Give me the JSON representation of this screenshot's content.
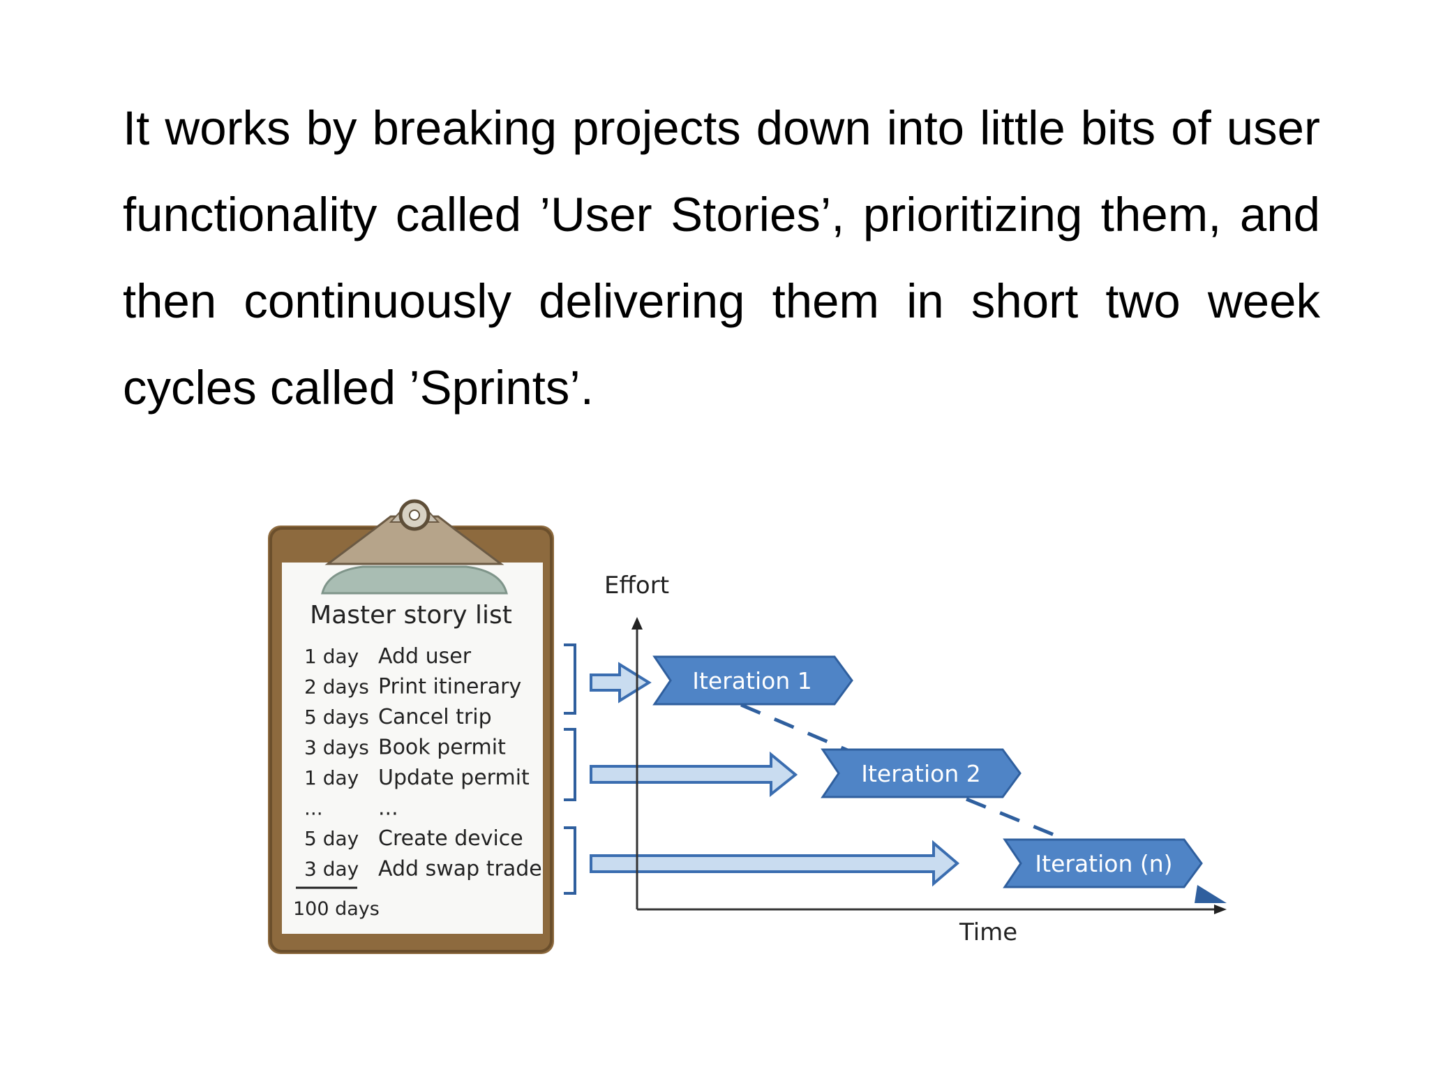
{
  "paragraph": "It works by breaking projects down into little bits of user functionality called ’User Stories’, prioritizing them, and then continuously delivering them in short two week cycles called ’Sprints’.",
  "clipboard": {
    "title": "Master story list",
    "stories": [
      {
        "duration": "1 day",
        "task": "Add user"
      },
      {
        "duration": "2 days",
        "task": "Print itinerary"
      },
      {
        "duration": "5 days",
        "task": "Cancel trip"
      },
      {
        "duration": "3 days",
        "task": "Book permit"
      },
      {
        "duration": "1 day",
        "task": "Update permit"
      },
      {
        "duration": "...",
        "task": "..."
      },
      {
        "duration": "5 day",
        "task": "Create device"
      },
      {
        "duration": "3 day",
        "task": "Add swap trade"
      }
    ],
    "total": "100 days"
  },
  "axes": {
    "y_label": "Effort",
    "x_label": "Time"
  },
  "iterations": [
    "Iteration 1",
    "Iteration 2",
    "Iteration (n)"
  ],
  "colors": {
    "iteration_fill": "#4f84c6",
    "iteration_stroke": "#2f5f9e",
    "arrow_fill": "#c9dcf0",
    "arrow_stroke": "#3a6db0",
    "clipboard_board": "#8d6a3e",
    "clipboard_paper": "#f8f8f6",
    "clip_metal": "#a9bdb3"
  }
}
